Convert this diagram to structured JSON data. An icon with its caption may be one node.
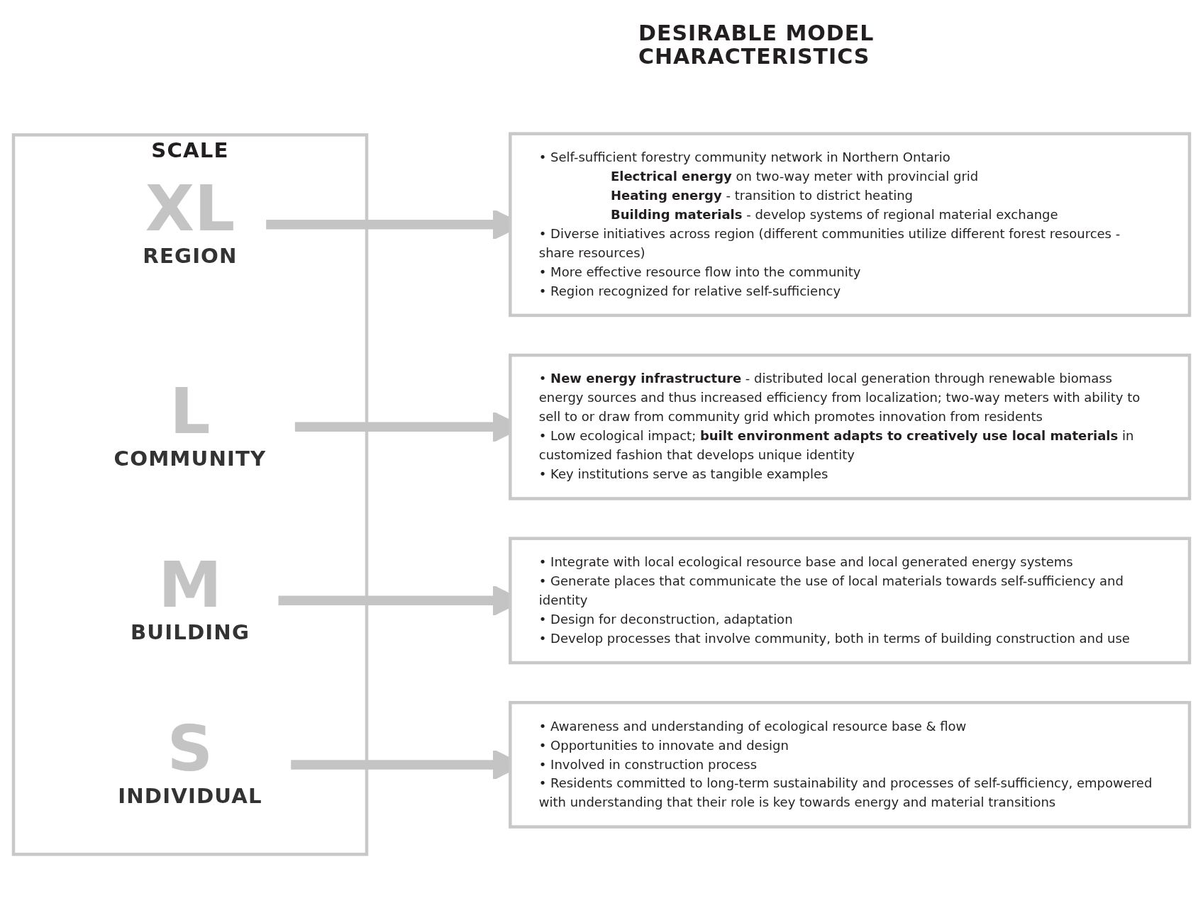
{
  "diagram": {
    "title": "DESIRABLE MODEL CHARACTERISTICS",
    "nodes": [
      {
        "text": [
          "SCALE"
        ]
      },
      {
        "text": [
          "XL",
          "REGION"
        ],
        "in": 0
      },
      {
        "text": [
          "L",
          "COMMUNITY"
        ],
        "in": 0
      },
      {
        "text": [
          "M",
          "BUILDING"
        ],
        "in": 0
      },
      {
        "text": [
          "S",
          "INDIVIDUAL"
        ],
        "in": 0
      },
      {
        "text": [
          "• Self-sufficient forestry community network in Northern Ontario",
          "**Electrical energy** on two-way meter with provincial grid",
          "**Heating energy** - transition to district heating",
          "**Building materials** - develop systems of regional material exchange",
          "• Diverse initiatives across region (different communities utilize different forest resources - share resources)",
          "• More effective resource flow into the community",
          "• Region recognized for relative self-sufficiency"
        ]
      },
      {
        "text": [
          "• **New energy infrastructure** - distributed local generation through renewable biomass energy sources and thus increased efficiency from localization; two-way meters with ability to sell to or draw from community grid which promotes innovation from residents",
          "• Low ecological impact; **built environment adapts to creatively use local materials** in customized fashion that develops unique identity",
          "• Key institutions serve as tangible examples"
        ]
      },
      {
        "text": [
          "• Integrate with local ecological resource base and local generated energy systems",
          "• Generate places that communicate the use of local materials towards self-sufficiency and identity",
          "• Design for deconstruction, adaptation",
          "• Develop processes that involve community, both in terms of building construction and use"
        ]
      },
      {
        "text": [
          "• Awareness and understanding of ecological resource base & flow",
          "• Opportunities to innovate and design",
          "• Involved in construction process",
          "• Residents committed to long-term sustainability and processes of self-sufficiency, empowered with understanding that their role is key towards energy and material transitions"
        ]
      }
    ],
    "edges": [
      {
        "from": 1,
        "to": 5,
        "arrow": "to"
      },
      {
        "from": 2,
        "to": 6,
        "arrow": "to"
      },
      {
        "from": 3,
        "to": 7,
        "arrow": "to"
      },
      {
        "from": 4,
        "to": 8,
        "arrow": "to"
      }
    ]
  }
}
